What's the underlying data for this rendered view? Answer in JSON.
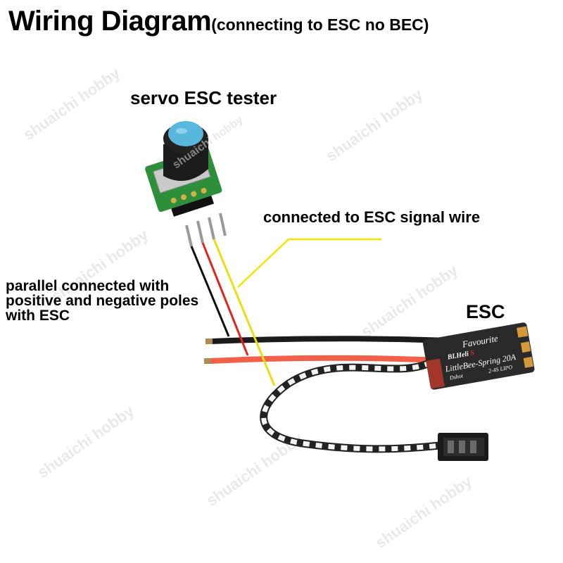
{
  "title": {
    "main": "Wiring Diagram",
    "sub": "(connecting to ESC no BEC)"
  },
  "labels": {
    "tester": "servo ESC tester",
    "signal": "connected to ESC signal wire",
    "parallel": "parallel connected with positive and negative poles with ESC",
    "esc": "ESC"
  },
  "esc_board": {
    "brand": "Favourite",
    "firmware": "BLHeli",
    "firmware_suffix": "S",
    "model": "LittleBee-Spring 20A",
    "maker": "Dshot",
    "cells": "2-4S LIPO"
  },
  "watermark": "shuaichi hobby",
  "colors": {
    "pointer": "#f2e600",
    "wire_black": "#111111",
    "wire_red": "#e0241c",
    "wire_red_main": "#f2604a",
    "wire_yellow": "#f0dc14",
    "pcb": "#2e8f3a",
    "knob": "#58b7dd",
    "esc_body": "#2a2a2a"
  }
}
